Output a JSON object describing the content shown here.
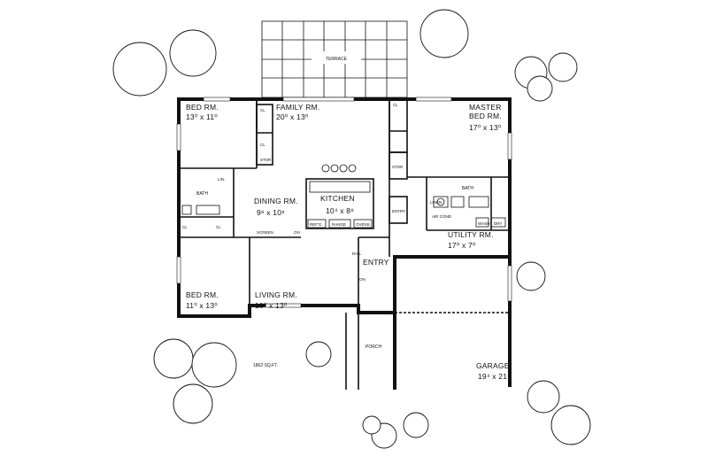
{
  "labels": {
    "terrace": "TERRACE",
    "bed1": "BED RM.",
    "bed1_size": "13⁰ x 11⁰",
    "family": "FAMILY RM.",
    "family_size": "20⁰ x 13⁰",
    "master": "MASTER",
    "master2": "BED RM.",
    "master_size": "17⁰ x 13⁰",
    "kitchen": "KITCHEN",
    "kitchen_size": "10⁴ x 8⁸",
    "dining": "DINING RM.",
    "dining_size": "9⁸ x 10⁸",
    "bath_left": "BATH",
    "bath_right": "BATH",
    "utility": "UTILITY RM.",
    "utility_size": "17⁰ x 7⁰",
    "entry": "ENTRY",
    "bed2": "BED RM.",
    "bed2_size": "11⁰ x 13⁰",
    "living": "LIVING RM.",
    "living_size": "18⁰ x 13⁰",
    "porch": "PORCH",
    "garage": "GARAGE",
    "garage_size": "19⁴ x 21⁴",
    "sqft": "1862 SQ.FT.",
    "cl": "CL",
    "stor": "STOR",
    "lin": "LIN.",
    "linen": "LINEN",
    "air_cond": "AIR COND",
    "wash": "WASH",
    "dry": "DRY",
    "screen": "SCREEN",
    "on": "ON",
    "refg": "REF'G",
    "range": "RANGE",
    "ovens": "OVENS",
    "entry_closet": "ENTRY",
    "rail": "RAIL"
  }
}
